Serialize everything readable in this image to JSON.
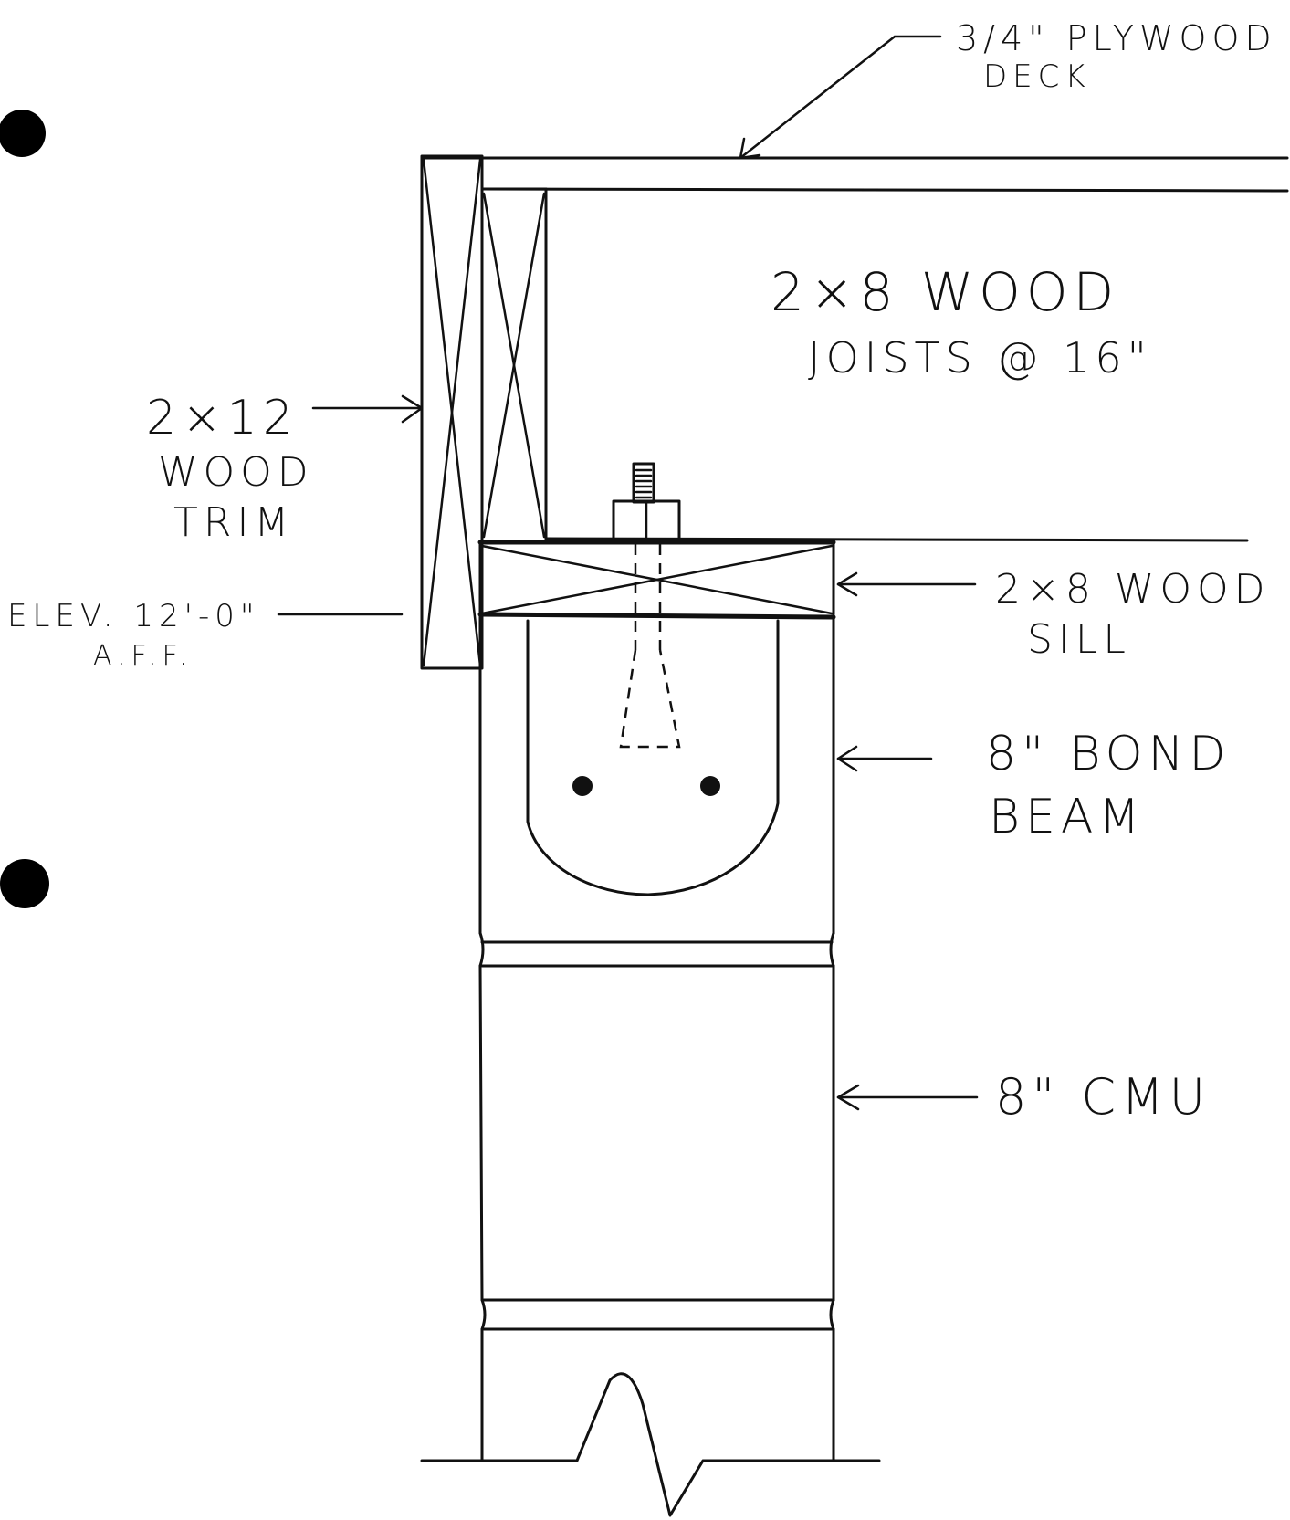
{
  "diagram": {
    "labels": {
      "plywood": [
        "3/4\" PLYWOOD",
        "DECK"
      ],
      "joists": [
        "2×8 WOOD",
        "JOISTS @ 16\""
      ],
      "trim": [
        "2×12",
        "WOOD",
        "TRIM"
      ],
      "elevation": [
        "ELEV. 12'-0\"",
        "A.F.F."
      ],
      "sill": [
        "2×8 WOOD",
        "SILL"
      ],
      "bond_beam": [
        "8\" BOND",
        "BEAM"
      ],
      "cmu": [
        "8\" CMU"
      ]
    },
    "colors": {
      "ink": "#111111",
      "paper": "#ffffff"
    }
  }
}
